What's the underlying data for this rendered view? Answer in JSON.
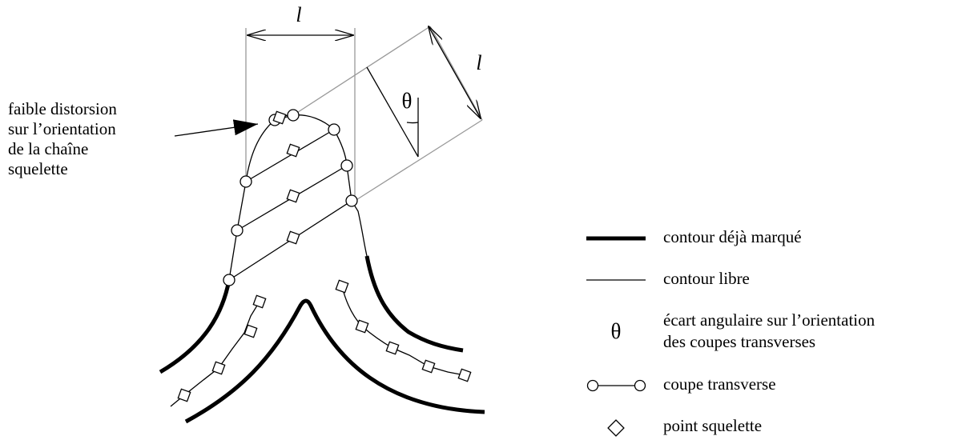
{
  "annotation": {
    "lines": [
      "faible distorsion",
      "sur l’orientation",
      "de la chaîne",
      "squelette"
    ]
  },
  "dimension": {
    "length_symbol": "l",
    "angle_symbol": "θ"
  },
  "legend": {
    "items": [
      {
        "key": "contour-marked",
        "symbol": "thick-line",
        "lines": [
          "contour déjà marqué"
        ]
      },
      {
        "key": "contour-free",
        "symbol": "thin-line",
        "lines": [
          "contour libre"
        ]
      },
      {
        "key": "angular-deviation",
        "symbol": "θ",
        "lines": [
          "écart angulaire sur l’orientation",
          "des coupes transverses"
        ]
      },
      {
        "key": "cross-section",
        "symbol": "circle-segment",
        "lines": [
          "coupe transverse"
        ]
      },
      {
        "key": "skeleton-point",
        "symbol": "diamond",
        "lines": [
          "point squelette"
        ]
      }
    ]
  },
  "colors": {
    "ink": "#000000",
    "construction_lines": "#999999",
    "background": "#ffffff"
  }
}
